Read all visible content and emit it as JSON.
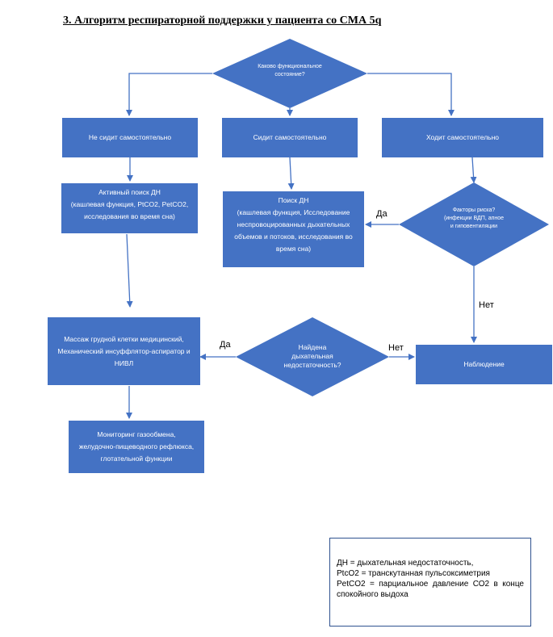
{
  "title": "3. Алгоритм респираторной поддержки у пациента со СМА 5q",
  "decision_top": {
    "line1": "Каково функциональное",
    "line2": "состояние?"
  },
  "states": {
    "not_sitting": "Не сидит самостоятельно",
    "sitting": "Сидит самостоятельно",
    "walking": "Ходит самостоятельно"
  },
  "active_search": {
    "line1": "Активный поиск ДН",
    "line2": "(кашлевая функция, PtCO2, PetCO2,",
    "line3": "исследования во время сна)"
  },
  "search": {
    "line1": "Поиск ДН",
    "line2": "(кашлевая функция, Исследование",
    "line3": "неспровоцированных дыхательных",
    "line4": "объемов и потоков, исследования во",
    "line5": "время сна)"
  },
  "risk": {
    "line1": "Факторы риска?",
    "line2": "(инфекции ВДП, апное",
    "line3": "и гиповентиляции"
  },
  "massage": {
    "line1": "Массаж грудной клетки медицинский,",
    "line2": "Механический инсуффлятор-аспиратор и",
    "line3": "НИВЛ"
  },
  "found": {
    "line1": "Найдена",
    "line2": "дыхательная",
    "line3": "недостаточность?"
  },
  "observation": "Наблюдение",
  "monitoring": {
    "line1": "Мониторинг газообмена,",
    "line2": "желудочно-пищеводного рефлюкса,",
    "line3": "глотательной функции"
  },
  "labels": {
    "yes_risk": "Да",
    "no_risk": "Нет",
    "yes_found": "Да",
    "no_found": "Нет"
  },
  "legend": {
    "line1": "ДН = дыхательная недостаточность,",
    "line2": "PtcO2 = транскутанная пульсоксиметрия",
    "line3": "PetCO2 = парциальное давление СО2 в конце спокойного выдоха"
  },
  "colors": {
    "box_fill": "#4472c4",
    "box_stroke": "#2f528f",
    "arrow": "#4472c4",
    "text_on_box": "#ffffff"
  }
}
